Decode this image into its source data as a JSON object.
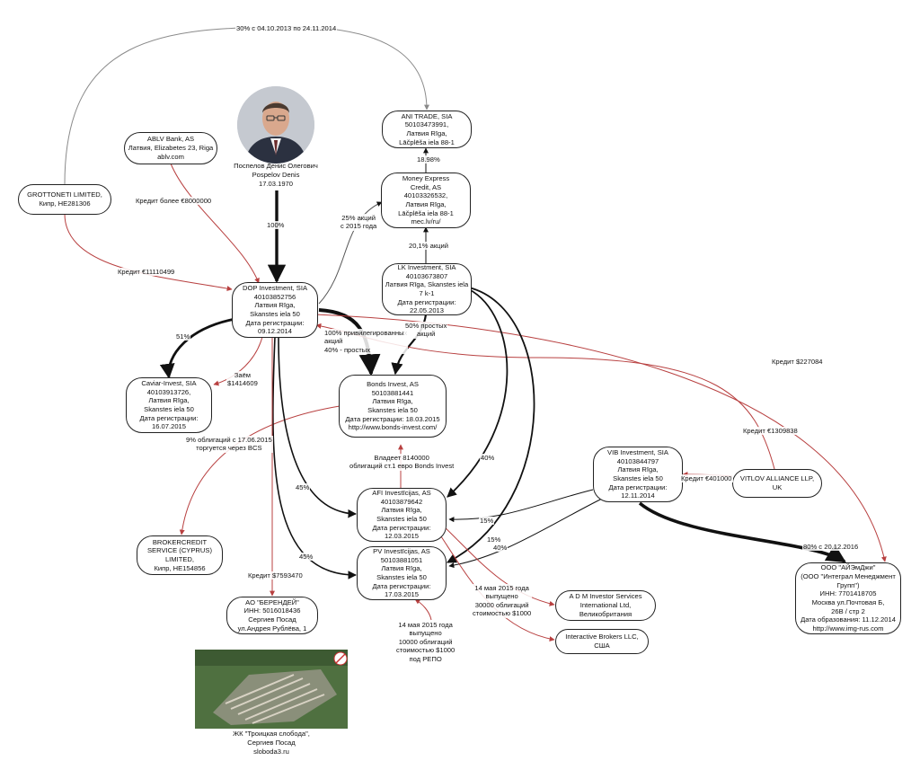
{
  "colors": {
    "black": "#111111",
    "red": "#b84040",
    "gray": "#8a8a8a"
  },
  "nodes": {
    "grottoneti": [
      "GROTTONETI LIMITED,",
      "Кипр, HE281306"
    ],
    "ablv": [
      "ABLV Bank, AS",
      "Латвия, Elizabetes 23, Riga",
      "ablv.com"
    ],
    "ani_trade": [
      "ANI TRADE, SIA",
      "50103473991,",
      "Латвия Rīga,",
      "Lāčplēša iela 88-1"
    ],
    "money_express": [
      "Money Express",
      "Credit, AS",
      "40103326532,",
      "Латвия Rīga,",
      "Lāčplēša iela 88-1",
      "mec.lv/ru/"
    ],
    "lk_investment": [
      "LK Investment, SIA",
      "40103673807",
      "Латвия Rīga, Skanstes iela",
      "7 k-1",
      "Дата регистрации:",
      "22.05.2013"
    ],
    "dop_investment": [
      "DOP Investment, SIA",
      "40103852756",
      "Латвия Rīga,",
      "Skanstes iela 50",
      "Дата регистрации:",
      "09.12.2014"
    ],
    "caviar_invest": [
      "Caviar-Invest, SIA",
      "40103913726,",
      "Латвия Rīga,",
      "Skanstes iela 50",
      "Дата регистрации:",
      "16.07.2015"
    ],
    "bonds_invest": [
      "Bonds Invest, AS",
      "50103881441",
      "Латвия Rīga,",
      "Skanstes iela 50",
      "Дата регистрации: 18.03.2015",
      "http://www.bonds-invest.com/"
    ],
    "brokercredit": [
      "BROKERCREDIT",
      "SERVICE (CYPRUS)",
      "LIMITED,",
      "Кипр, HE154856"
    ],
    "vib_investment": [
      "VIB Investment, SIA",
      "40103844797",
      "Латвия Rīga,",
      "Skanstes iela 50",
      "Дата регистрации:",
      "12.11.2014"
    ],
    "vitlov": [
      "VITLOV ALLIANCE LLP,",
      "UK"
    ],
    "afi": [
      "AFI Investīcijas, AS",
      "40103879642",
      "Латвия Rīga,",
      "Skanstes iela 50",
      "Дата регистрации:",
      "12.03.2015"
    ],
    "pv": [
      "PV Investīcijas, AS",
      "50103881051",
      "Латвия Rīga,",
      "Skanstes iela 50",
      "Дата регистрации:",
      "17.03.2015"
    ],
    "berendey": [
      "АО \"БЕРЕНДЕЙ\"",
      "ИНН: 5016018436",
      "Сергиев Посад",
      "ул.Андрея Рублёва, 1"
    ],
    "adm": [
      "A D M Investor Services",
      "International Ltd,",
      "Великобритания"
    ],
    "ibkr": [
      "Interactive Brokers LLC,",
      "США"
    ],
    "img": [
      "ООО \"АЙЭмДжи\"",
      "(ООО \"Интеграл Менеджмент",
      "Групп\")",
      "ИНН: 7701418705",
      "Москва ул.Почтовая Б,",
      "26В / стр 2",
      "Дата образования: 11.12.2014",
      "http://www.img-rus.com"
    ]
  },
  "person": [
    "Поспелов Денис Олегович",
    "Pospelov Denis",
    "17.03.1970"
  ],
  "estate_caption": [
    "ЖК \"Троицкая слобода\",",
    "Сергиев Посад",
    "sloboda3.ru"
  ],
  "labels": {
    "top_arc": [
      "30% с 04.10.2013 по 24.11.2014"
    ],
    "ablv_credit": [
      "Кредит более €8000000"
    ],
    "grotto_credit": [
      "Кредит €11110499"
    ],
    "pct100": [
      "100%"
    ],
    "pct25": [
      "25% акций",
      "с 2015 года"
    ],
    "pct1898": [
      "18.98%"
    ],
    "pct201": [
      "20,1% акций"
    ],
    "pct51": [
      "51%"
    ],
    "loan": [
      "Заём",
      "$1414609"
    ],
    "priv": [
      "100% привилегированных",
      "акций",
      "40% - простых"
    ],
    "simple50": [
      "50% простых",
      "акций"
    ],
    "credit227": [
      "Кредит $227084"
    ],
    "credit130": [
      "Кредит €1309838"
    ],
    "bonds9": [
      "9% облигаций с 17.06.2015",
      "торгуется через BCS"
    ],
    "owns": [
      "Владеет 8140000",
      "облигаций ст.1 евро Bonds Invest"
    ],
    "pct40a": [
      "40%"
    ],
    "credit401": [
      "Кредит €401000"
    ],
    "pct45a": [
      "45%"
    ],
    "pct15a": [
      "15%"
    ],
    "pct15b": [
      "15%"
    ],
    "pct40b": [
      "40%"
    ],
    "pct45b": [
      "45%"
    ],
    "pct80": [
      "80% с 20.12.2016"
    ],
    "credit759": [
      "Кредит $7593470"
    ],
    "issue_adm": [
      "14 мая 2015 года",
      "выпущено",
      "30000 облигаций",
      "стоимостью $1000"
    ],
    "issue_pv": [
      "14 мая 2015 года",
      "выпущено",
      "10000 облигаций",
      "стоимостью $1000",
      "под РЕПО"
    ]
  }
}
